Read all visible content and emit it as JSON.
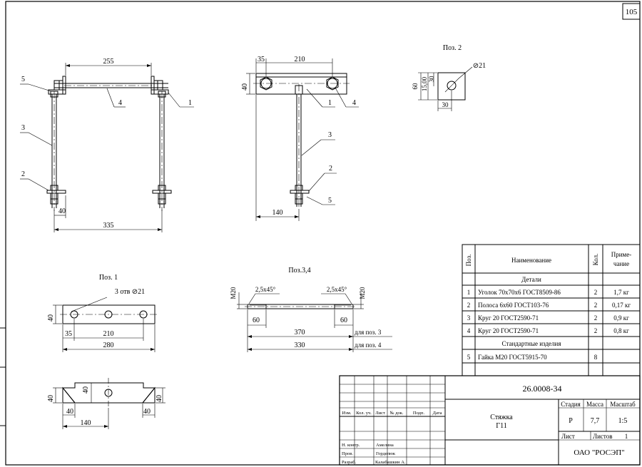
{
  "sheet": {
    "page_number": "105"
  },
  "view_front": {
    "dim_top": "255",
    "dim_bottom_left": "40",
    "dim_bottom": "335",
    "callouts": [
      "5",
      "4",
      "1",
      "3",
      "2"
    ]
  },
  "view_side": {
    "dim_35": "35",
    "dim_210": "210",
    "dim_40": "40",
    "dim_140": "140",
    "callouts": [
      "1",
      "4",
      "3",
      "2",
      "5"
    ]
  },
  "pos2": {
    "title": "Поз. 2",
    "dia": "⊘21",
    "d60": "60",
    "d15": "15,00",
    "d30v": "30",
    "d30h": "30"
  },
  "pos1": {
    "title": "Поз. 1",
    "holes": "3 отв ⊘21",
    "d40": "40",
    "d35": "35",
    "d210": "210",
    "d280": "280"
  },
  "pos1b": {
    "d40a": "40",
    "d40b": "40",
    "d40c": "40",
    "d40l": "40",
    "d40r": "40",
    "d140": "140"
  },
  "pos34": {
    "title": "Поз.3,4",
    "m20_left": "M20",
    "m20_right": "M20",
    "chamfer_left": "2,5x45°",
    "chamfer_right": "2,5x45°",
    "d60_left": "60",
    "d60_right": "60",
    "d370": "370",
    "for3": "для поз. 3",
    "d330": "330",
    "for4": "для поз. 4"
  },
  "spec": {
    "h_pos": "Поз.",
    "h_name": "Наименование",
    "h_qty": "Кол.",
    "h_note1": "Приме-",
    "h_note2": "чание",
    "section_parts": "Детали",
    "rows": [
      {
        "pos": "1",
        "name": "Уголок 70х70х6 ГОСТ8509-86",
        "qty": "2",
        "note": "1,7 кг"
      },
      {
        "pos": "2",
        "name": "Полоса 6х60 ГОСТ103-76",
        "qty": "2",
        "note": "0,17 кг"
      },
      {
        "pos": "3",
        "name": "Круг 20 ГОСТ2590-71",
        "qty": "2",
        "note": "0,9 кг"
      },
      {
        "pos": "4",
        "name": "Круг 20 ГОСТ2590-71",
        "qty": "2",
        "note": "0,8 кг"
      }
    ],
    "section_std": "Стандартные изделия",
    "std_rows": [
      {
        "pos": "5",
        "name": "Гайка М20 ГОСТ5915-70",
        "qty": "8",
        "note": ""
      }
    ]
  },
  "title_block": {
    "doc_number": "26.0008-34",
    "name_line1": "Стяжка",
    "name_line2": "Г11",
    "h_stage": "Стадия",
    "h_mass": "Масса",
    "h_scale": "Масштаб",
    "stage": "Р",
    "mass": "7,7",
    "scale": "1:5",
    "sheet_label": "Лист",
    "sheets_label": "Листов",
    "sheets": "1",
    "org": "ОАО \"РОСЭП\"",
    "cols": [
      "Изм.",
      "Кол. уч.",
      "Лист",
      "№ док.",
      "Подп.",
      "Дата"
    ],
    "roles": [
      "Н. контр.",
      "Пров.",
      "Разраб."
    ],
    "people": [
      "Амелина",
      "Горделюк",
      "Калабашкин А."
    ]
  }
}
